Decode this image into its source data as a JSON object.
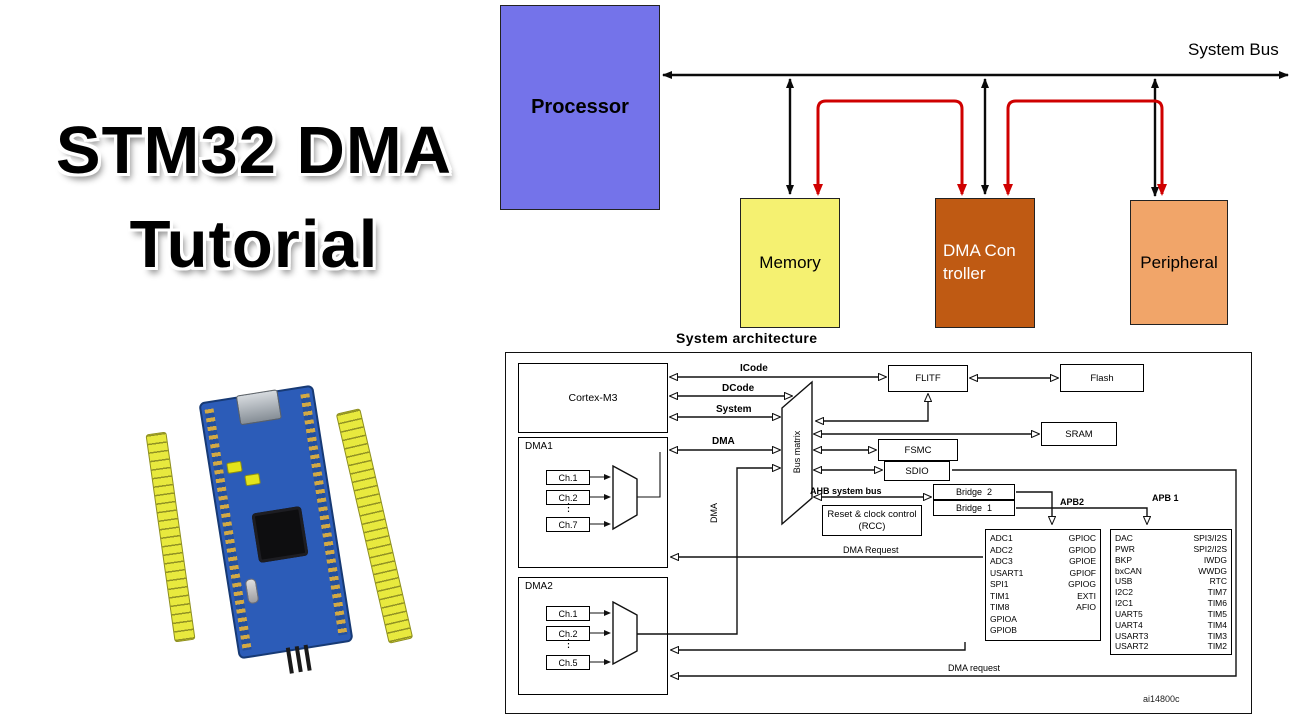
{
  "title": {
    "line1": "STM32 DMA",
    "line2": "Tutorial"
  },
  "top_diagram": {
    "system_bus_label": "System Bus",
    "processor_label": "Processor",
    "memory_label": "Memory",
    "dma_controller_label": "DMA Con\ntroller",
    "peripheral_label": "Peripheral",
    "colors": {
      "processor_fill": "#7473ea",
      "memory_fill": "#f5f171",
      "dma_controller_fill": "#bf5a13",
      "peripheral_fill": "#f1a569",
      "system_bus_arrow": "#0a0a0a",
      "dma_transfer_arrow": "#cf0000"
    }
  },
  "architecture": {
    "title": "System architecture",
    "cortex_label": "Cortex-M3",
    "icode_label": "ICode",
    "dcode_label": "DCode",
    "system_label": "System",
    "dma_bus_label": "DMA",
    "bus_matrix_label": "Bus matrix",
    "flitf_label": "FLITF",
    "flash_label": "Flash",
    "sram_label": "SRAM",
    "fsmc_label": "FSMC",
    "sdio_label": "SDIO",
    "ahb_label": "AHB system bus",
    "bridge2_label": "Bridge  2",
    "bridge1_label": "Bridge  1",
    "apb2_label": "APB2",
    "apb1_label": "APB 1",
    "rcc_label": "Reset & clock control (RCC)",
    "dma_request_upper": "DMA Request",
    "dma_request_lower": "DMA request",
    "dma_vertical_label": "DMA",
    "ellipsis": "⋮",
    "figure_ref": "ai14800c",
    "dma1": {
      "label": "DMA1",
      "ch1": "Ch.1",
      "ch2": "Ch.2",
      "ch_last": "Ch.7"
    },
    "dma2": {
      "label": "DMA2",
      "ch1": "Ch.1",
      "ch2": "Ch.2",
      "ch_last": "Ch.5"
    },
    "apb2_col1": [
      "ADC1",
      "ADC2",
      "ADC3",
      "USART1",
      "SPI1",
      "TIM1",
      "TIM8",
      "GPIOA",
      "GPIOB"
    ],
    "apb2_col2": [
      "GPIOC",
      "GPIOD",
      "GPIOE",
      "GPIOF",
      "GPIOG",
      "EXTI",
      "AFIO"
    ],
    "apb1_col1": [
      "DAC",
      "PWR",
      "BKP",
      "bxCAN",
      "USB",
      "I2C2",
      "I2C1",
      "UART5",
      "UART4",
      "USART3",
      "USART2"
    ],
    "apb1_col2": [
      "SPI3/I2S",
      "SPI2/I2S",
      "IWDG",
      "WWDG",
      "RTC",
      "TIM7",
      "TIM6",
      "TIM5",
      "TIM4",
      "TIM3",
      "TIM2"
    ]
  }
}
